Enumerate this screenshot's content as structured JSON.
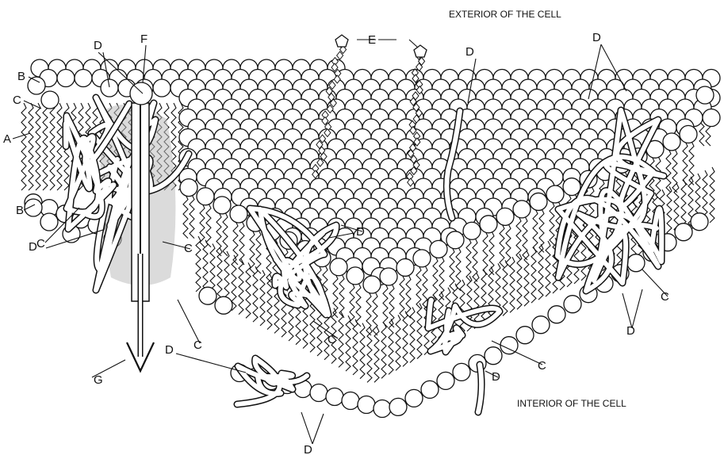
{
  "regions": {
    "exterior": "EXTERIOR OF THE CELL",
    "interior": "INTERIOR OF THE CELL"
  },
  "labels": {
    "A": "A",
    "B": "B",
    "C": "C",
    "D": "D",
    "E": "E",
    "F": "F",
    "G": "G"
  }
}
